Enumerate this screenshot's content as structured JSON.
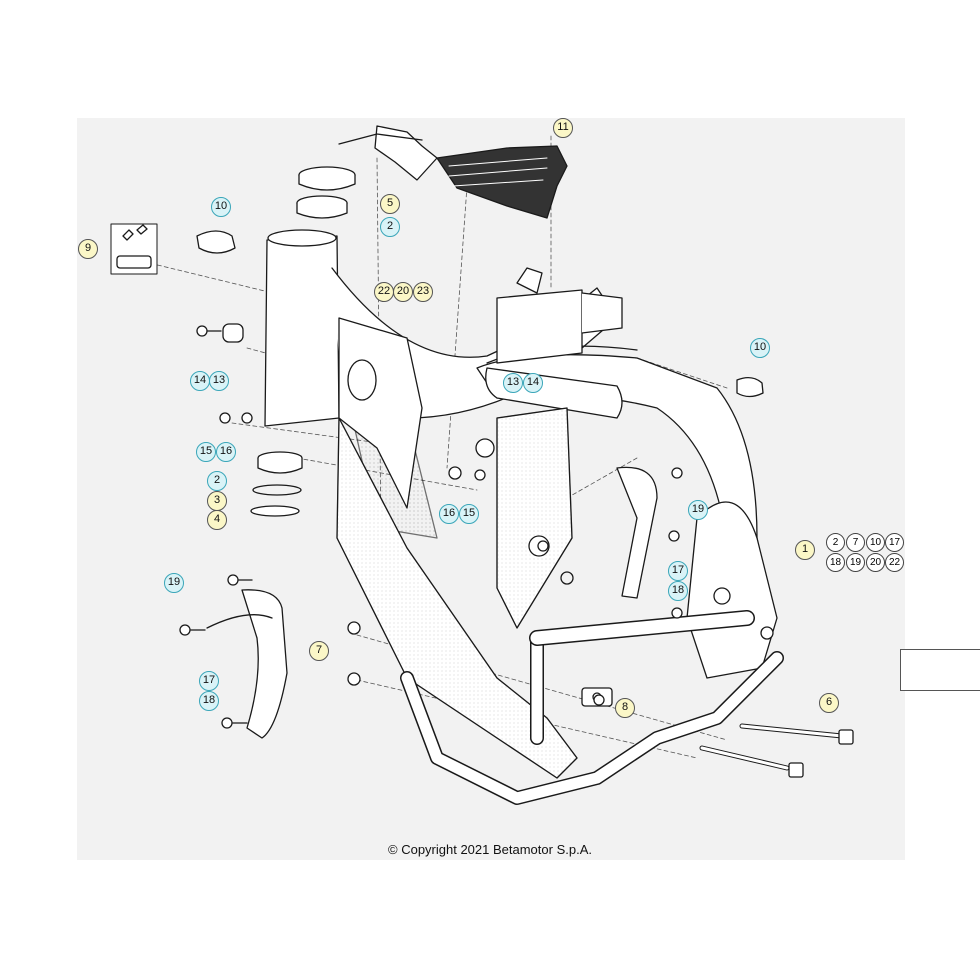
{
  "copyright": "© Copyright 2021 Betamotor S.p.A.",
  "set_box": {
    "items": [
      "2",
      "7",
      "10",
      "17",
      "18",
      "19",
      "20",
      "22"
    ]
  },
  "callouts": [
    {
      "id": "c-11",
      "label": "11",
      "color": "yellow"
    },
    {
      "id": "c-5",
      "label": "5",
      "color": "yellow"
    },
    {
      "id": "c-2a",
      "label": "2",
      "color": "cyan"
    },
    {
      "id": "c-10a",
      "label": "10",
      "color": "cyan"
    },
    {
      "id": "c-9",
      "label": "9",
      "color": "yellow"
    },
    {
      "id": "c-22",
      "label": "22",
      "color": "yellow"
    },
    {
      "id": "c-20",
      "label": "20",
      "color": "yellow"
    },
    {
      "id": "c-23",
      "label": "23",
      "color": "yellow"
    },
    {
      "id": "c-10b",
      "label": "10",
      "color": "cyan"
    },
    {
      "id": "c-14a",
      "label": "14",
      "color": "cyan"
    },
    {
      "id": "c-13a",
      "label": "13",
      "color": "cyan"
    },
    {
      "id": "c-13b",
      "label": "13",
      "color": "cyan"
    },
    {
      "id": "c-14b",
      "label": "14",
      "color": "cyan"
    },
    {
      "id": "c-15a",
      "label": "15",
      "color": "cyan"
    },
    {
      "id": "c-16a",
      "label": "16",
      "color": "cyan"
    },
    {
      "id": "c-2b",
      "label": "2",
      "color": "cyan"
    },
    {
      "id": "c-3",
      "label": "3",
      "color": "yellow"
    },
    {
      "id": "c-4",
      "label": "4",
      "color": "yellow"
    },
    {
      "id": "c-16b",
      "label": "16",
      "color": "cyan"
    },
    {
      "id": "c-15b",
      "label": "15",
      "color": "cyan"
    },
    {
      "id": "c-19a",
      "label": "19",
      "color": "cyan"
    },
    {
      "id": "c-1",
      "label": "1",
      "color": "yellow"
    },
    {
      "id": "c-17a",
      "label": "17",
      "color": "cyan"
    },
    {
      "id": "c-18a",
      "label": "18",
      "color": "cyan"
    },
    {
      "id": "c-19b",
      "label": "19",
      "color": "cyan"
    },
    {
      "id": "c-17b",
      "label": "17",
      "color": "cyan"
    },
    {
      "id": "c-18b",
      "label": "18",
      "color": "cyan"
    },
    {
      "id": "c-7",
      "label": "7",
      "color": "yellow"
    },
    {
      "id": "c-8",
      "label": "8",
      "color": "yellow"
    },
    {
      "id": "c-6",
      "label": "6",
      "color": "yellow"
    }
  ]
}
